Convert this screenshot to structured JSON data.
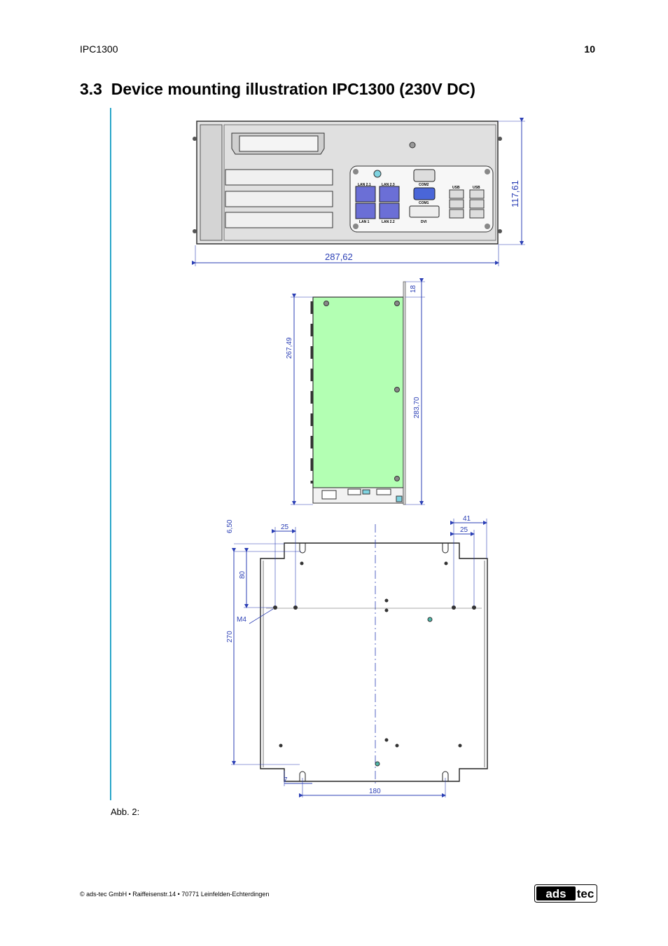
{
  "header": {
    "product": "IPC1300",
    "page_number": "10"
  },
  "section": {
    "number": "3.3",
    "title": "Device mounting illustration IPC1300 (230V DC)"
  },
  "front_view": {
    "width_dim": "287,62",
    "height_dim": "117,61",
    "port_labels": {
      "lan21": "LAN 2.1",
      "lan23": "LAN 2.3",
      "lan1": "LAN 1",
      "lan22": "LAN 2.2",
      "com2": "COM2",
      "com1": "COM1",
      "dvi": "DVI",
      "usb_a": "USB",
      "usb_b": "USB"
    }
  },
  "side_view": {
    "dim_top": "18",
    "dim_inner": "267,49",
    "dim_outer": "283,70"
  },
  "mounting_view": {
    "dim_650": "6,50",
    "dim_25_left": "25",
    "dim_41": "41",
    "dim_25_right": "25",
    "dim_80": "80",
    "dim_270": "270",
    "m4": "M4",
    "dim_7": "7",
    "dim_180": "180"
  },
  "caption": "Abb. 2:",
  "footer": {
    "text": "© ads-tec GmbH • Raiffeisenstr.14 • 70771 Leinfelden-Echterdingen",
    "logo_left": "ads",
    "logo_right": "tec"
  },
  "colors": {
    "accent_bar": "#2aa7c9",
    "dimension": "#2b3fb5",
    "side_panel": "#b3ffb3",
    "port_blue": "#6b6fd6"
  }
}
